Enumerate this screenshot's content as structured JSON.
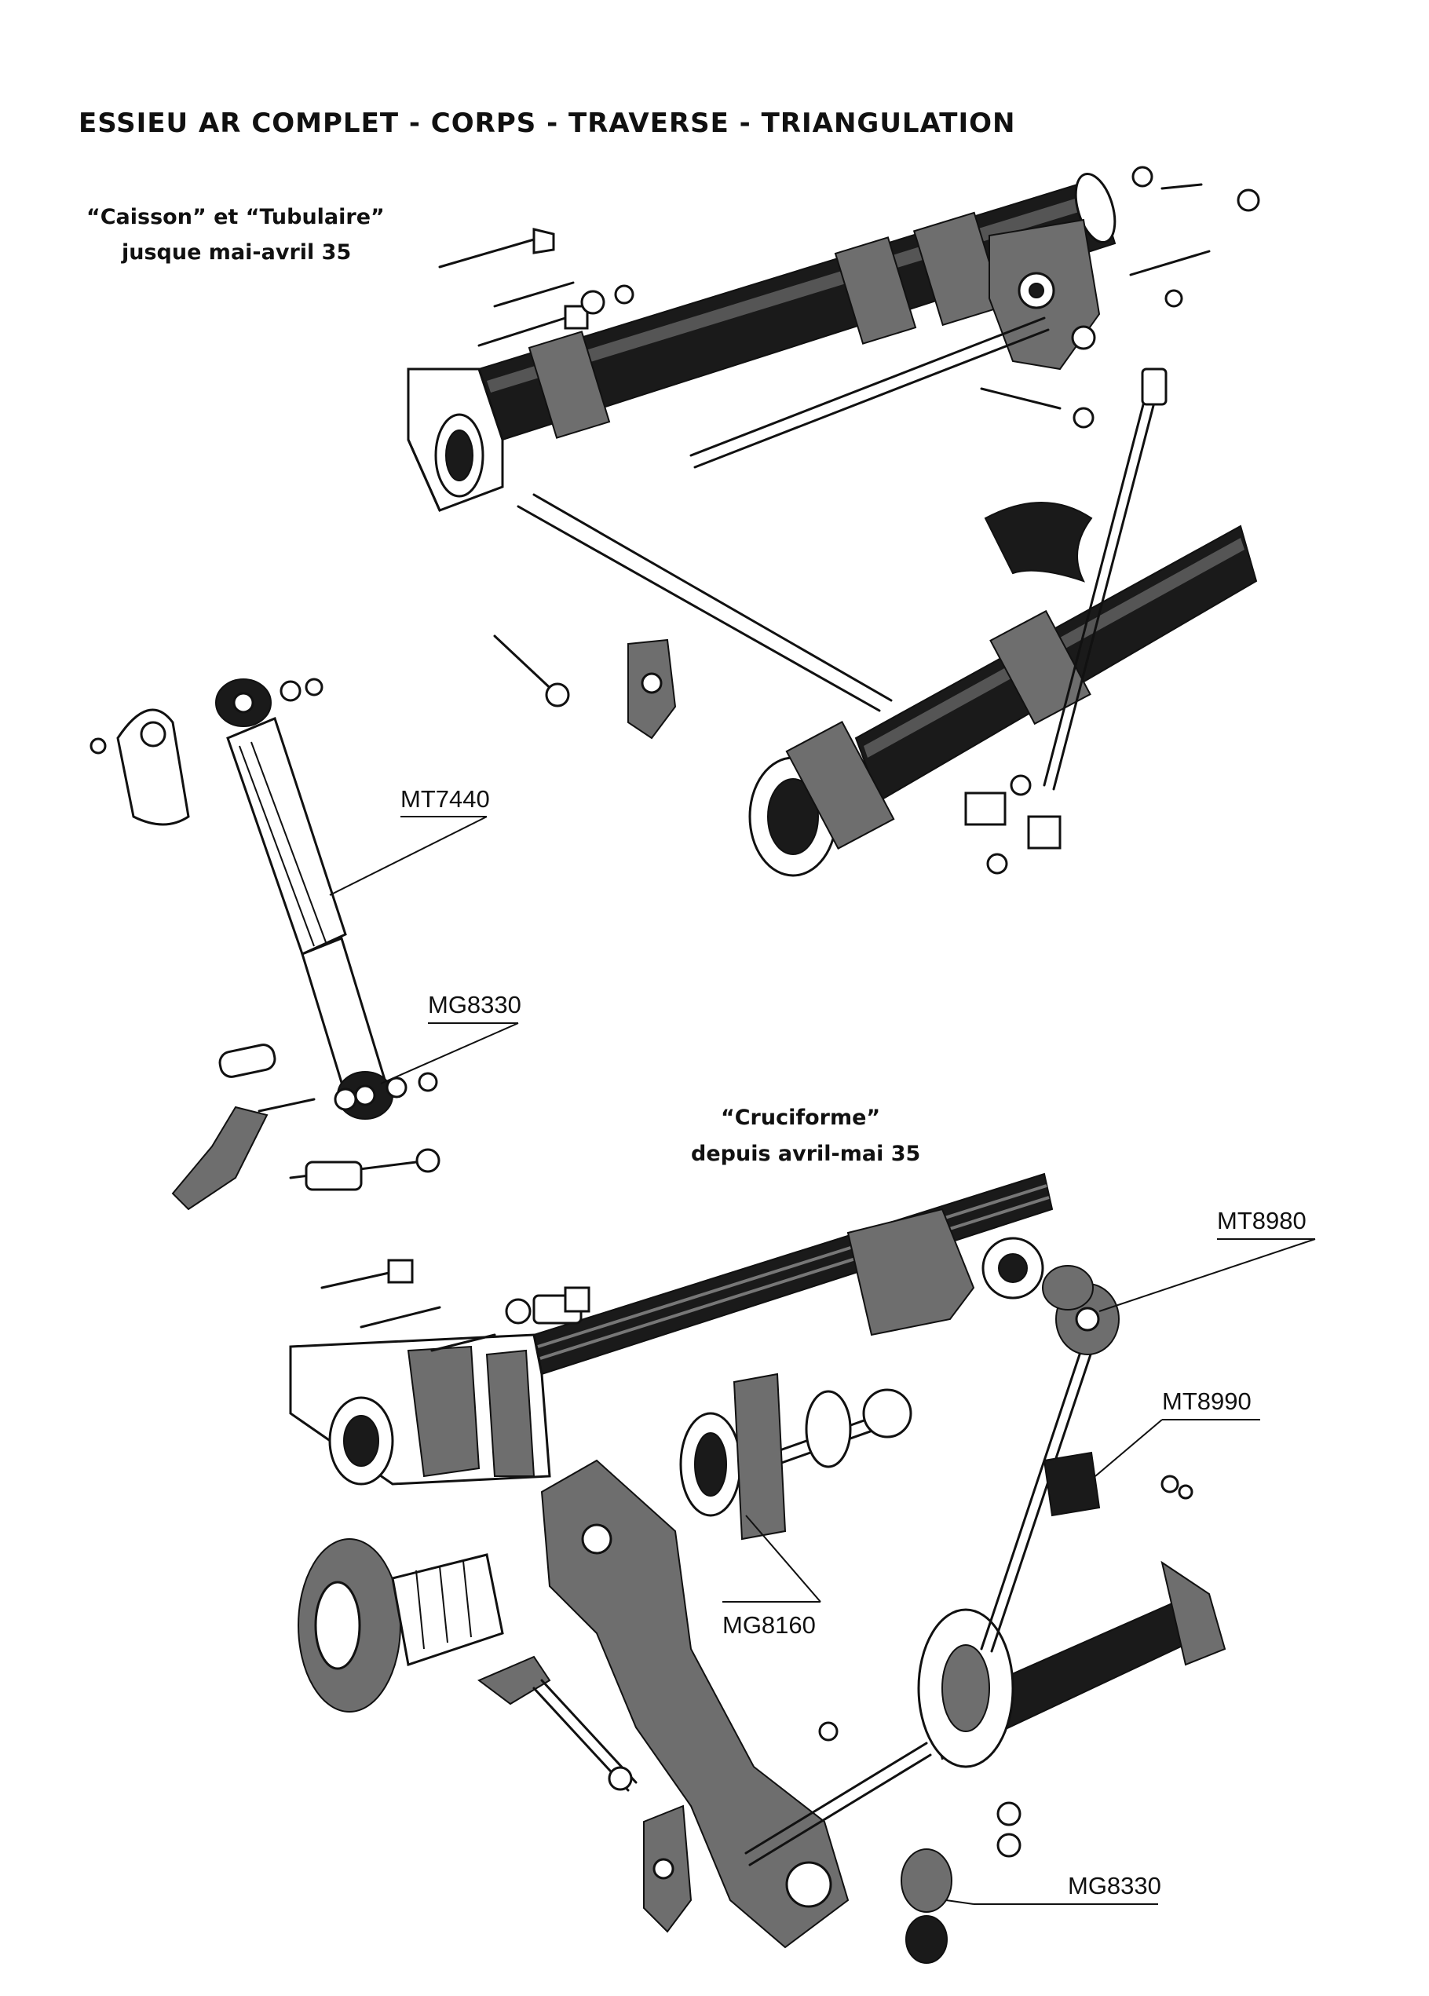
{
  "title": "ESSIEU AR COMPLET - CORPS - TRAVERSE - TRIANGULATION",
  "captions": {
    "early": {
      "line1": "“Caisson” et “Tubulaire”",
      "line2": "jusque mai-avril 35"
    },
    "late": {
      "line1": "“Cruciforme”",
      "line2": "depuis avril-mai 35"
    }
  },
  "references": {
    "shock_absorber": "MT7440",
    "shock_bushing_top": "MG8330",
    "torque_rod": "MT8980",
    "bracket": "MT8990",
    "bearing": "MG8160",
    "bushing_bottom": "MG8330"
  }
}
